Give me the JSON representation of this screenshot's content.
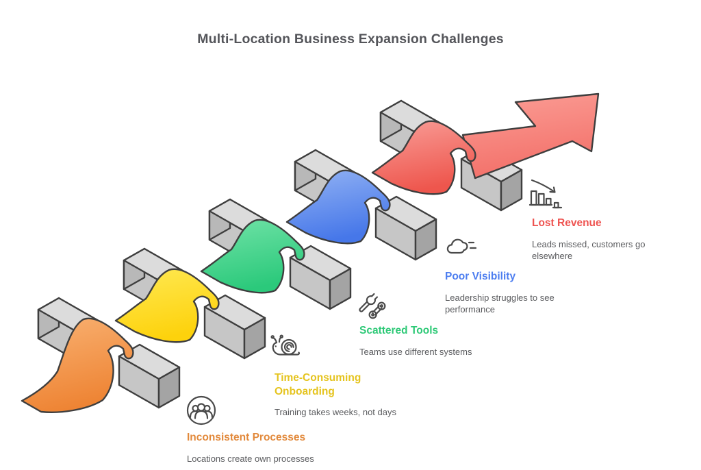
{
  "title": "Multi-Location Business Expansion Challenges",
  "diagram": {
    "background": "#ffffff",
    "outline_color": "#3e3e3e",
    "bar_colors": {
      "top": "#dcdcdc",
      "front": "#c6c6c6",
      "left_end": "#b8b8b8",
      "right_end": "#a4a4a4"
    },
    "arrow": {
      "light": "#fb9e96",
      "dark": "#f3716a"
    }
  },
  "challenges": [
    {
      "id": "inconsistent-processes",
      "title": "Inconsistent Processes",
      "description": "Locations create own processes",
      "color": "#e2893b",
      "light": "#f9b273",
      "dark": "#ee8434",
      "icon": "people-group-icon"
    },
    {
      "id": "time-consuming-onboarding",
      "title": "Time-Consuming Onboarding",
      "description": "Training takes weeks, not days",
      "color": "#e5c41f",
      "light": "#ffe954",
      "dark": "#fdd20c",
      "icon": "snail-icon"
    },
    {
      "id": "scattered-tools",
      "title": "Scattered Tools",
      "description": "Teams use different systems",
      "color": "#2ec977",
      "light": "#72e3a8",
      "dark": "#2bc97b",
      "icon": "tools-icon"
    },
    {
      "id": "poor-visibility",
      "title": "Poor Visibility",
      "description": "Leadership struggles to see performance",
      "color": "#4d7ef0",
      "light": "#93b3f4",
      "dark": "#4677e9",
      "icon": "cloud-fog-icon"
    },
    {
      "id": "lost-revenue",
      "title": "Lost Revenue",
      "description": "Leads missed, customers go elsewhere",
      "color": "#ee5350",
      "light": "#f99f99",
      "dark": "#ee564d",
      "icon": "bar-chart-decline-icon"
    }
  ]
}
